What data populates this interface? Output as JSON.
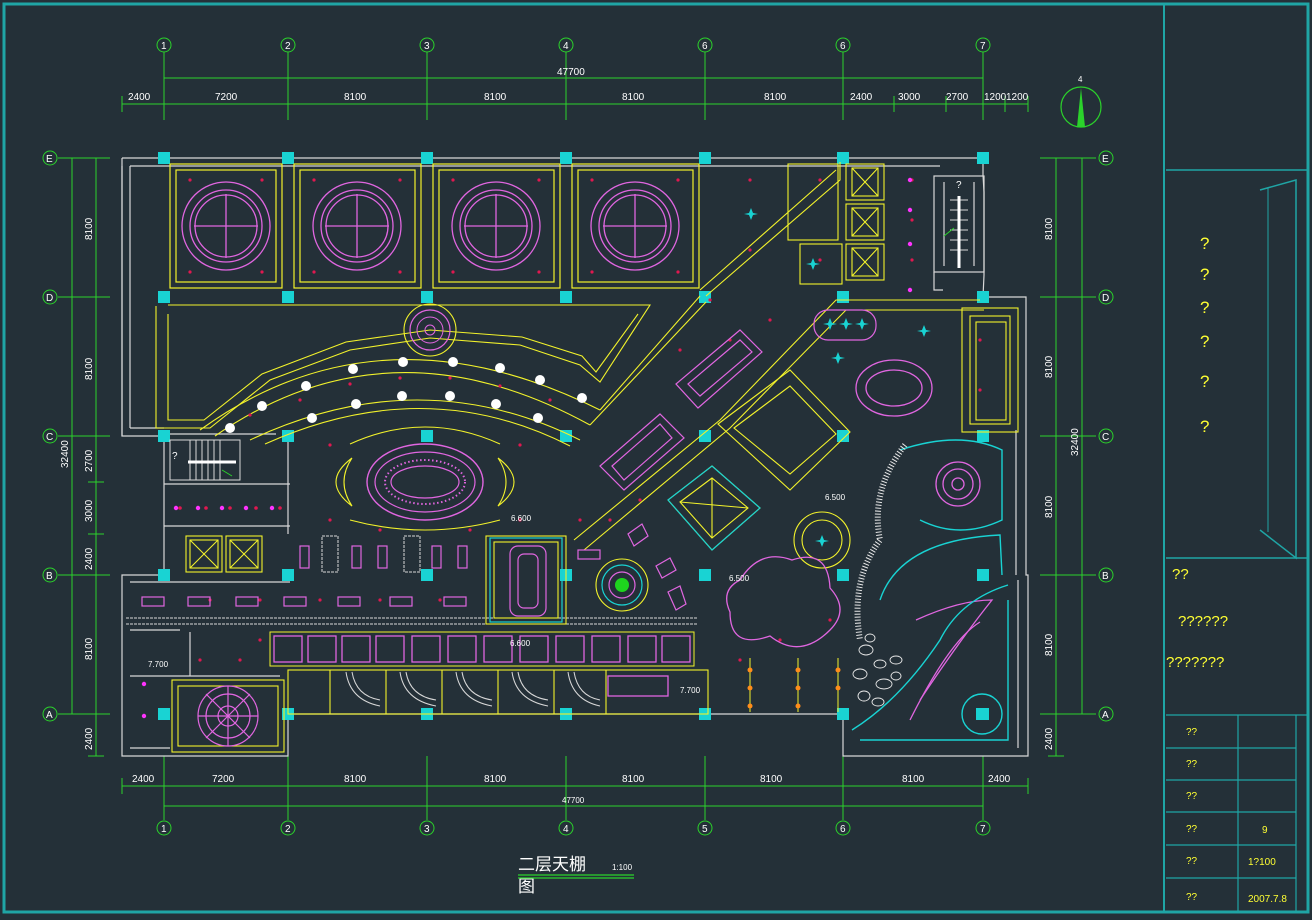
{
  "title_block": {
    "top_marks": [
      "?",
      "?",
      "?",
      "?",
      "?",
      "?"
    ],
    "line_a": "??",
    "line_b": "??????",
    "line_c": "???????",
    "table": [
      {
        "label": "??",
        "value": ""
      },
      {
        "label": "??",
        "value": ""
      },
      {
        "label": "??",
        "value": ""
      },
      {
        "label": "??",
        "value": "9"
      },
      {
        "label": "??",
        "value": "1?100"
      },
      {
        "label": "??",
        "value": "2007.7.8"
      }
    ]
  },
  "drawing": {
    "title_line1": "二层天棚",
    "title_line2": "图",
    "scale": "1:100",
    "total_top": "47700",
    "total_bottom": "47700",
    "total_left": "32400",
    "total_right": "32400",
    "top_dims": [
      "2400",
      "7200",
      "8100",
      "8100",
      "8100",
      "8100",
      "2400",
      "3000",
      "2700",
      "1200",
      "1200"
    ],
    "bottom_dims": [
      "2400",
      "7200",
      "8100",
      "8100",
      "8100",
      "8100",
      "8100",
      "2400"
    ],
    "left_dims": [
      "8100",
      "8100",
      "2700",
      "3000",
      "2400",
      "8100",
      "2400"
    ],
    "right_dims": [
      "8100",
      "8100",
      "8100",
      "8100",
      "2400"
    ],
    "top_axes": [
      "1",
      "2",
      "3",
      "4",
      "6",
      "6",
      "7"
    ],
    "bottom_axes": [
      "1",
      "2",
      "3",
      "4",
      "5",
      "6",
      "7"
    ],
    "row_axes": [
      "E",
      "D",
      "C",
      "B",
      "A"
    ],
    "elevations": [
      "6.600",
      "6.500",
      "6.500",
      "6.600",
      "7.700",
      "7.700"
    ],
    "stair_marks": [
      "?",
      "?"
    ],
    "north_label": "4"
  }
}
